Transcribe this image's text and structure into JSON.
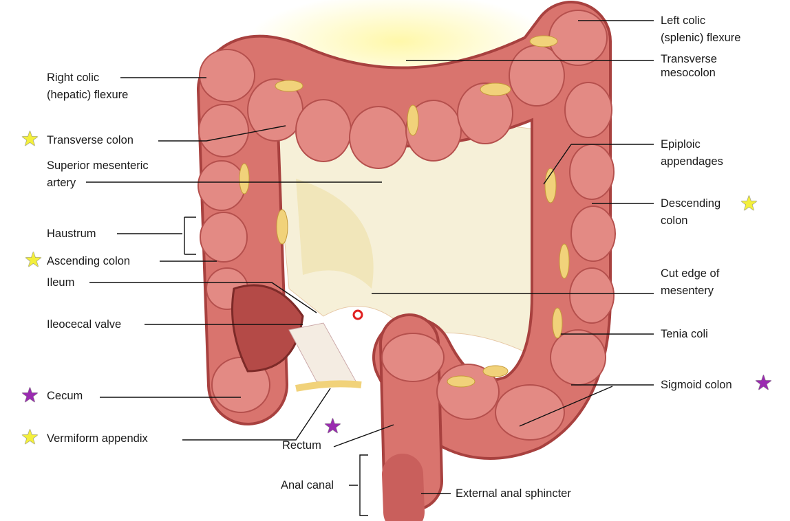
{
  "labels": {
    "right_colic": [
      "Right colic",
      "(hepatic) flexure"
    ],
    "transverse_colon": [
      "Transverse colon"
    ],
    "sup_mesenteric": [
      "Superior mesenteric",
      "artery"
    ],
    "haustrum": [
      "Haustrum"
    ],
    "ascending": [
      "Ascending colon"
    ],
    "ileum": [
      "Ileum"
    ],
    "ileocecal": [
      "Ileocecal valve"
    ],
    "cecum": [
      "Cecum"
    ],
    "appendix": [
      "Vermiform appendix"
    ],
    "rectum": [
      "Rectum"
    ],
    "anal_canal": [
      "Anal canal"
    ],
    "ext_sphincter": [
      "External anal sphincter"
    ],
    "left_colic": [
      "Left colic",
      "(splenic) flexure"
    ],
    "transverse_meso": [
      "Transverse",
      "mesocolon"
    ],
    "epiploic": [
      "Epiploic",
      "appendages"
    ],
    "descending": [
      "Descending",
      "colon"
    ],
    "cut_edge": [
      "Cut edge of",
      "mesentery"
    ],
    "tenia": [
      "Tenia coli"
    ],
    "sigmoid": [
      "Sigmoid colon"
    ]
  },
  "star_colors": {
    "yellow": "#f3ef3c",
    "purple": "#9a2bb0"
  },
  "star_glyph": "★",
  "colors": {
    "colon": "#d9746e",
    "colon_dark": "#a8413f",
    "mesentery": "#f6f0d8",
    "fat": "#f1d27a",
    "line": "#111111"
  }
}
